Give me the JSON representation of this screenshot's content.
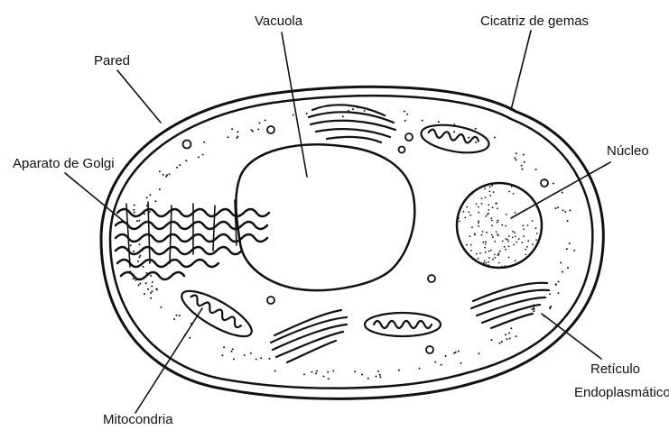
{
  "diagram": {
    "labels": {
      "vacuola": "Vacuola",
      "cicatriz": "Cicatriz de gemas",
      "pared": "Pared",
      "golgi": "Aparato de Golgi",
      "nucleo": "Núcleo",
      "reticulo_line1": "Retículo",
      "reticulo_line2": "Endoplasmático",
      "mitocondria": "Mitocondria"
    },
    "colors": {
      "ink": "#111111",
      "background": "#ffffff"
    }
  }
}
